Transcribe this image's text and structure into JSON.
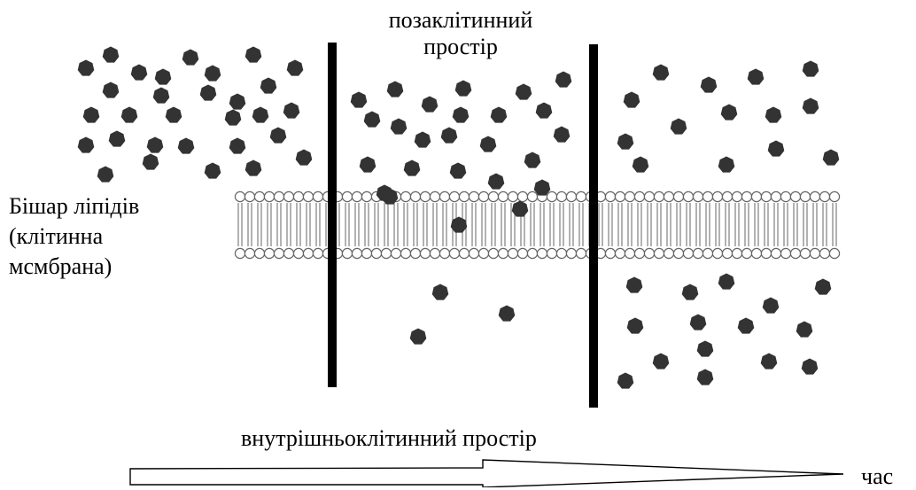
{
  "labels": {
    "extracellular_line1": "позаклітинний",
    "extracellular_line2": "простір",
    "bilayer_line1": "Бішар ліпідів",
    "bilayer_line2": "(клітинна",
    "bilayer_line3": "мсмбрана)",
    "intracellular": "внутрішньоклітинний простір",
    "time": "час"
  },
  "colors": {
    "molecule": "#333333",
    "line": "#000000",
    "lipid_head_stroke": "#666666"
  },
  "panels": [
    {
      "name": "panel-1",
      "molecules_above": 30,
      "molecules_inside_membrane": 0,
      "molecules_below": 0
    },
    {
      "name": "panel-2",
      "molecules_above": 22,
      "molecules_inside_membrane": 3,
      "molecules_below": 3
    },
    {
      "name": "panel-3",
      "molecules_above": 14,
      "molecules_inside_membrane": 0,
      "molecules_below": 15
    }
  ]
}
